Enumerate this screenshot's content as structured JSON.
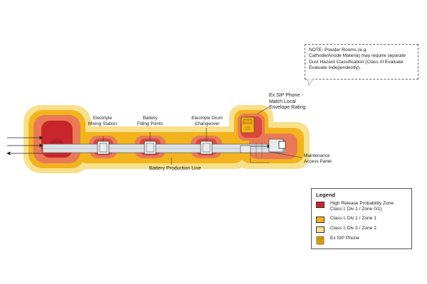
{
  "stations": {
    "electrolyte_mixing": "Electrlyte\nMixing Station",
    "battery_filling": "Battery\nFilling Points",
    "electrolyte_drum": "Electrlyte Drum\nChangeover"
  },
  "labels": {
    "ex_phone": "Ex SIP Phone -\nMatch Local\nEnvelope Rating",
    "maintenance_panel": "Maintenance\nAccess Panel",
    "production_line": "Battery Production Line"
  },
  "note": {
    "text": "NOTE: Powder Rooms (e.g.\nCathode/Anode Materia) may require separate\nDust Hazard Classification (Class III Evaluate\nEvaluate Independently)."
  },
  "legend": {
    "title": "Legend",
    "items": [
      {
        "label": "High Release Probability Zone\nClass I, Div 1 / Zone 0/1)",
        "color": "#c8262b"
      },
      {
        "label": "Class I, Div 1 / Zone 1",
        "color": "#f2b31d"
      },
      {
        "label": "Class I, Div 2 / Zone 2",
        "color": "#f8e08c"
      },
      {
        "label": "Ex SIP Phone",
        "icon": "phone-icon"
      }
    ]
  },
  "colors": {
    "zone0": "#c8262b",
    "zone1": "#f2b31d",
    "zone2": "#f8e08c",
    "zone_mid": "#ea7a56",
    "equipment": "#dde2e6"
  }
}
